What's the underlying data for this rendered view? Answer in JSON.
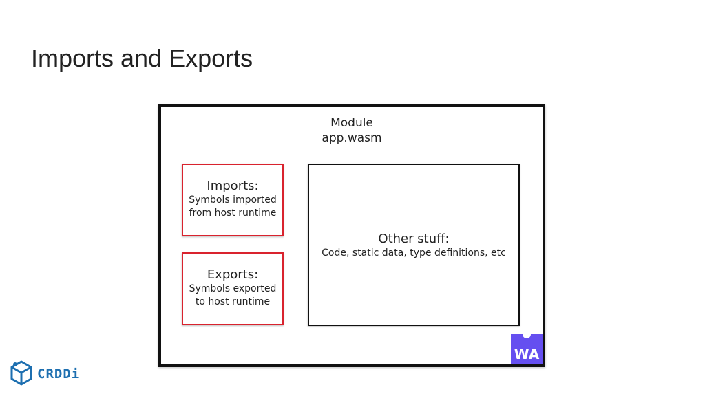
{
  "slide": {
    "title": "Imports and Exports"
  },
  "diagram": {
    "module_label": "Module",
    "module_file": "app.wasm",
    "imports": {
      "heading": "Imports:",
      "line1": "Symbols imported",
      "line2": "from host runtime"
    },
    "exports": {
      "heading": "Exports:",
      "line1": "Symbols exported",
      "line2": "to host runtime"
    },
    "other": {
      "heading": "Other stuff:",
      "detail": "Code, static data, type definitions, etc"
    },
    "badge": {
      "label": "WA",
      "color": "#654ff0"
    },
    "colors": {
      "import_export_border": "#d9232e",
      "module_border": "#111111"
    }
  },
  "brand": {
    "name": "CRDDi",
    "icon": "cube-logo-icon",
    "color": "#1d6fb0"
  }
}
